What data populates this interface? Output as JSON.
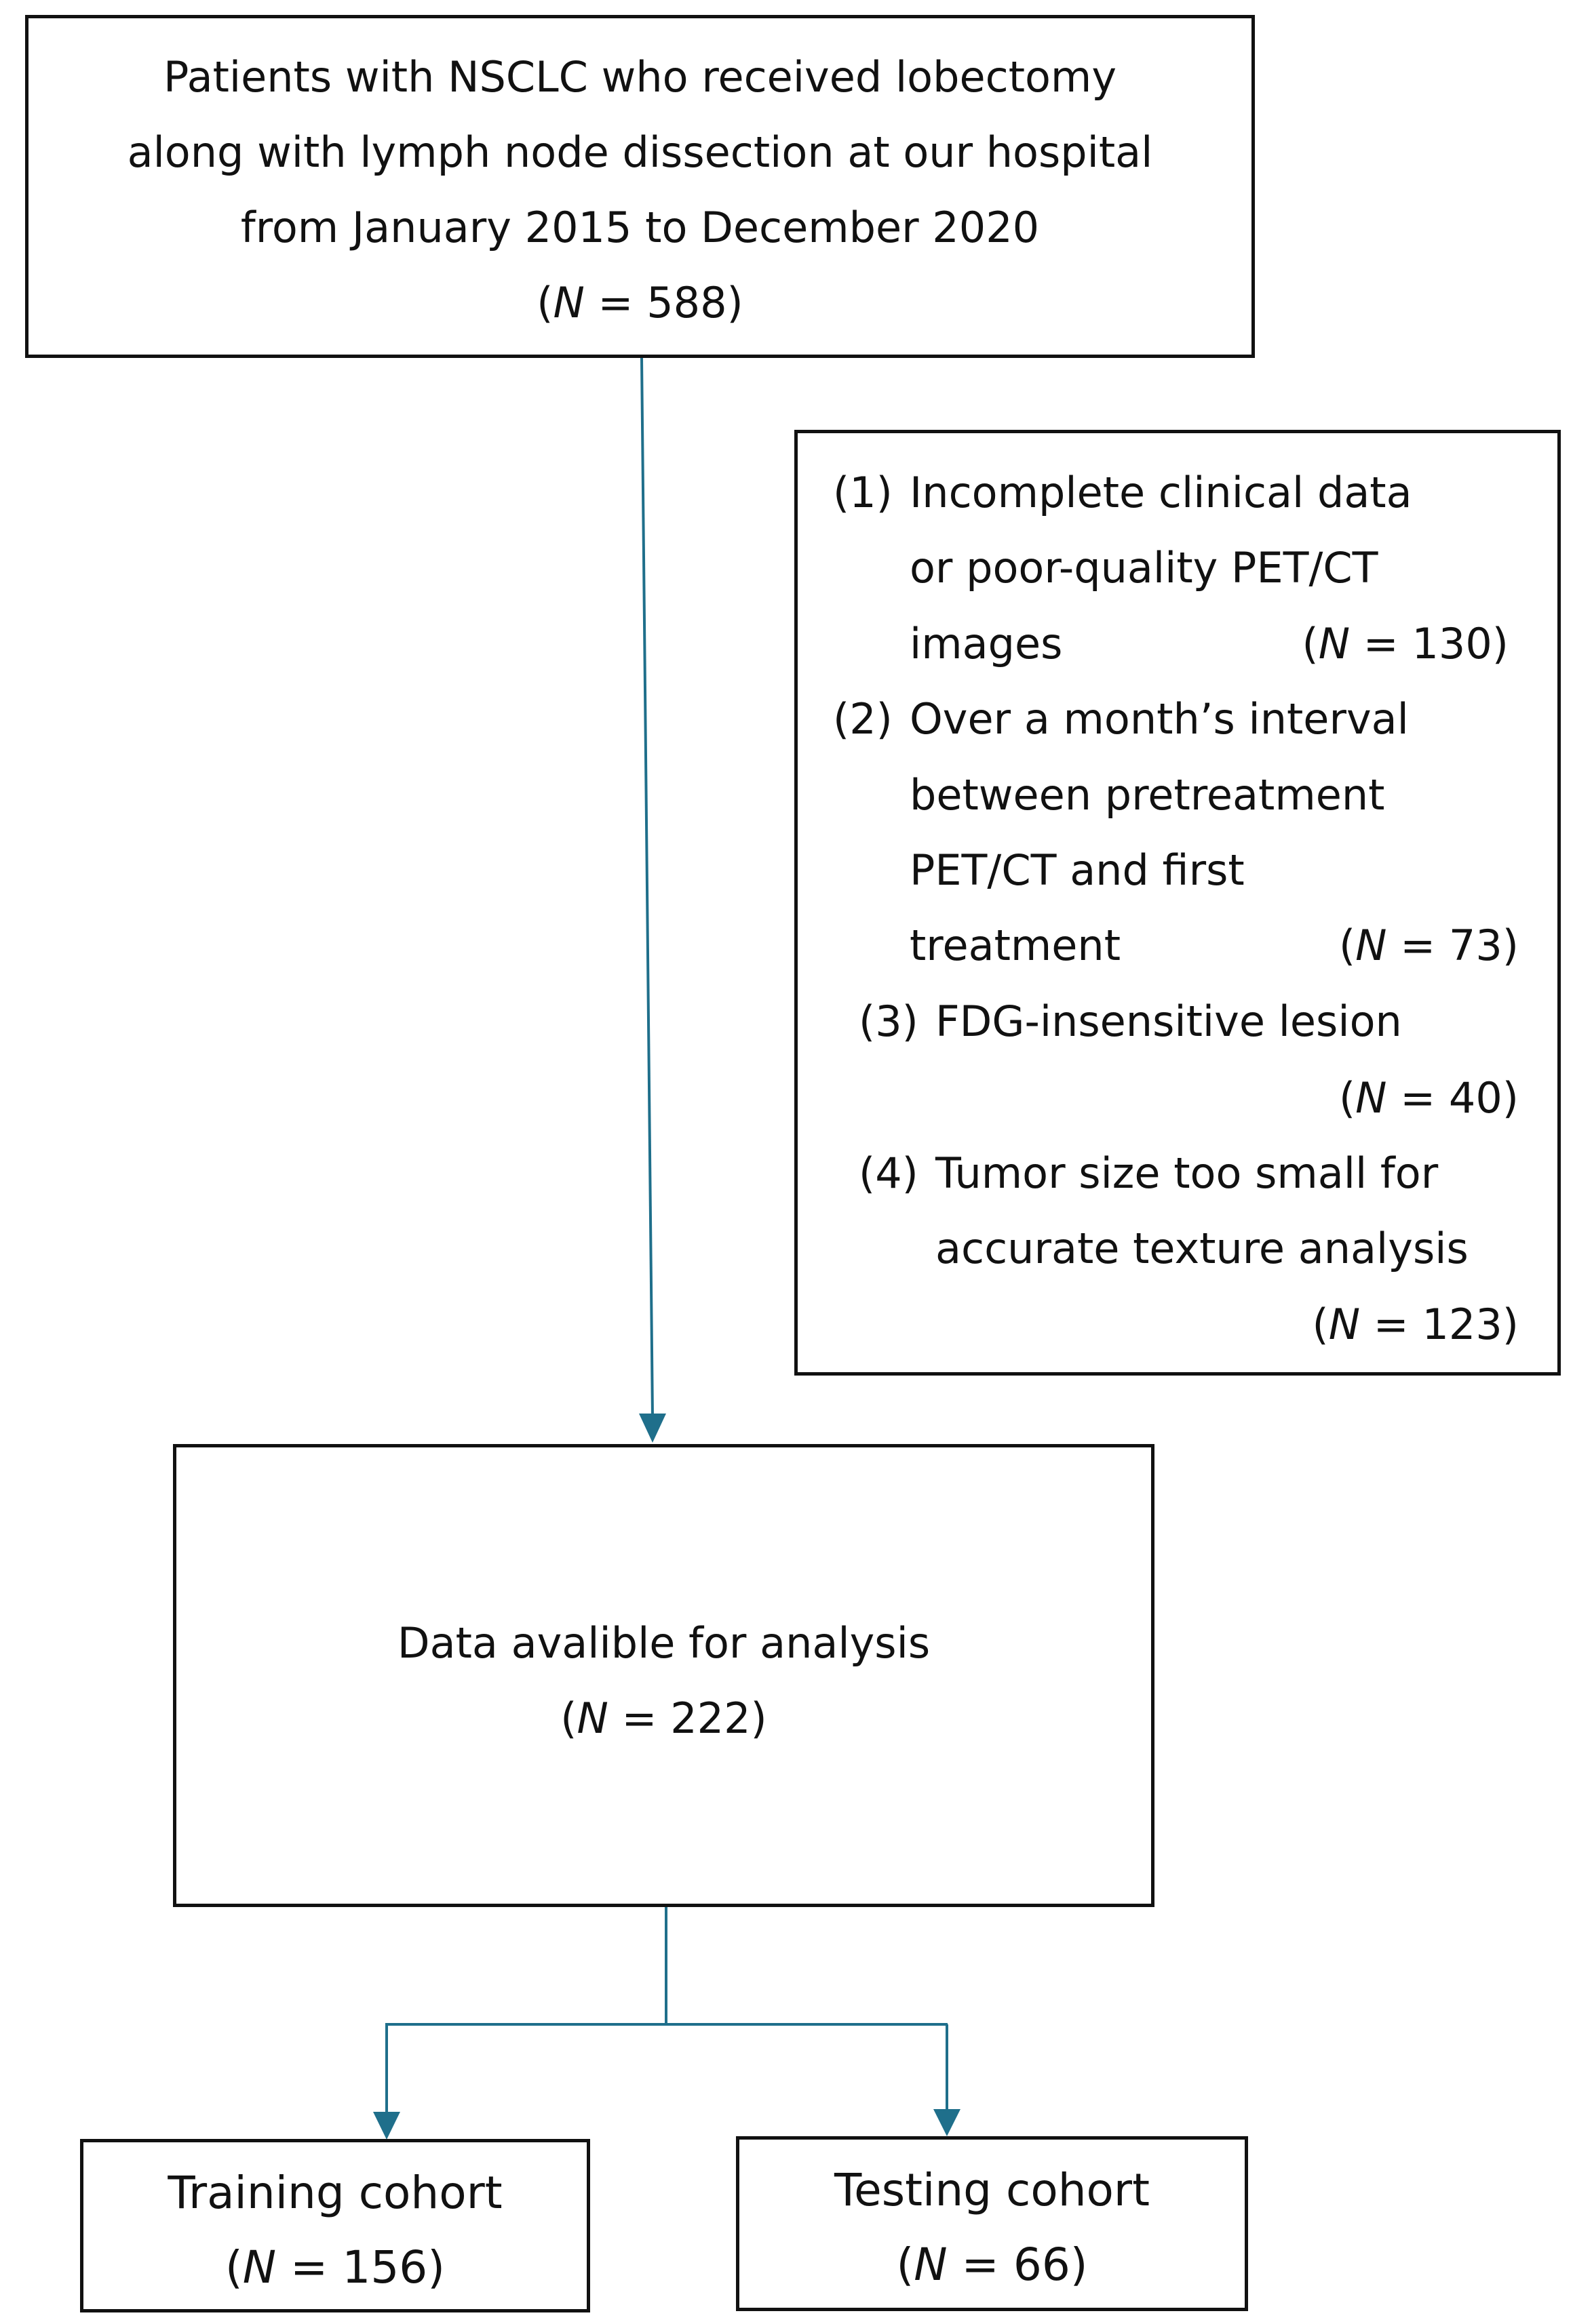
{
  "source_box": {
    "lines": [
      "Patients with NSCLC who received lobectomy",
      "along with lymph node dissection at our hospital",
      "from January 2015 to December 2020"
    ],
    "n_open": "(",
    "n_italic": "N",
    "n_rest": " = 588)"
  },
  "exclusion_box": {
    "items": [
      {
        "marker": "(1)",
        "lines": [
          "Incomplete clinical data",
          "or poor-quality PET/CT",
          "images"
        ],
        "n_open": "(",
        "n_italic": "N",
        "n_rest": " = 130)"
      },
      {
        "marker": "(2)",
        "lines": [
          "Over a month’s interval",
          "between pretreatment",
          "PET/CT and first",
          "treatment"
        ],
        "n_open": "(",
        "n_italic": "N",
        "n_rest": " = 73)"
      },
      {
        "marker": "(3)",
        "lines": [
          "FDG-insensitive lesion"
        ],
        "n_open": "(",
        "n_italic": "N",
        "n_rest": " = 40)"
      },
      {
        "marker": "(4)",
        "lines": [
          "Tumor size too small for",
          "accurate texture analysis"
        ],
        "n_open": "(",
        "n_italic": "N",
        "n_rest": " = 123)"
      }
    ]
  },
  "analysis_box": {
    "label": "Data avalible for analysis",
    "n_open": "(",
    "n_italic": "N",
    "n_rest": " = 222)"
  },
  "training_box": {
    "label": "Training cohort",
    "n_open": "(",
    "n_italic": "N",
    "n_rest": " = 156)"
  },
  "testing_box": {
    "label": "Testing cohort",
    "n_open": "(",
    "n_italic": "N",
    "n_rest": " = 66)"
  },
  "colors": {
    "arrow": "#1f6f8b",
    "border": "#111111",
    "text": "#111111"
  }
}
